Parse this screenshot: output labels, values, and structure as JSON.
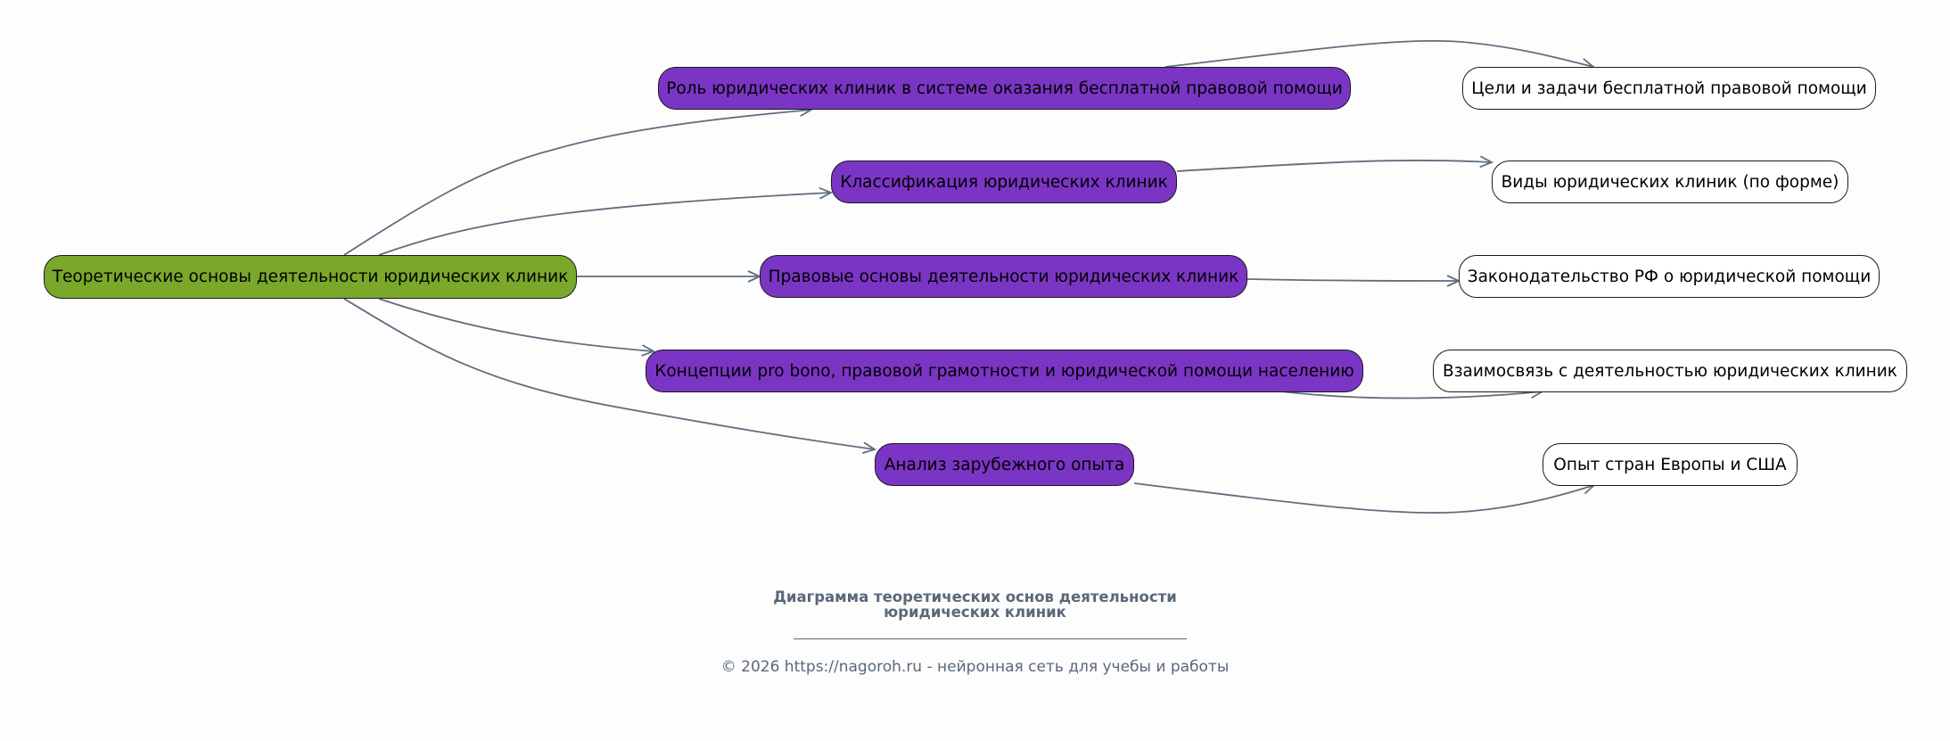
{
  "root": {
    "label": "Теоретические основы деятельности юридических клиник"
  },
  "topics": [
    {
      "label": "Роль юридических клиник в системе оказания бесплатной правовой помощи",
      "child": "Цели и задачи бесплатной правовой помощи"
    },
    {
      "label": "Классификация юридических клиник",
      "child": "Виды юридических клиник (по форме)"
    },
    {
      "label": "Правовые основы деятельности юридических клиник",
      "child": "Законодательство РФ о юридической помощи"
    },
    {
      "label": "Концепции pro bono, правовой грамотности и юридической помощи населению",
      "child": "Взаимосвязь с деятельностью юридических клиник"
    },
    {
      "label": "Анализ зарубежного опыта",
      "child": "Опыт стран Европы и США"
    }
  ],
  "caption": {
    "title_line1": "Диаграмма теоретических основ деятельности",
    "title_line2": "юридических клиник",
    "copyright": "© 2026 https://nagoroh.ru - нейронная сеть для учебы и работы"
  },
  "colors": {
    "root": "#79a82a",
    "topic": "#7b35c4",
    "leaf": "#ffffff",
    "edge": "#5f6e7e"
  }
}
